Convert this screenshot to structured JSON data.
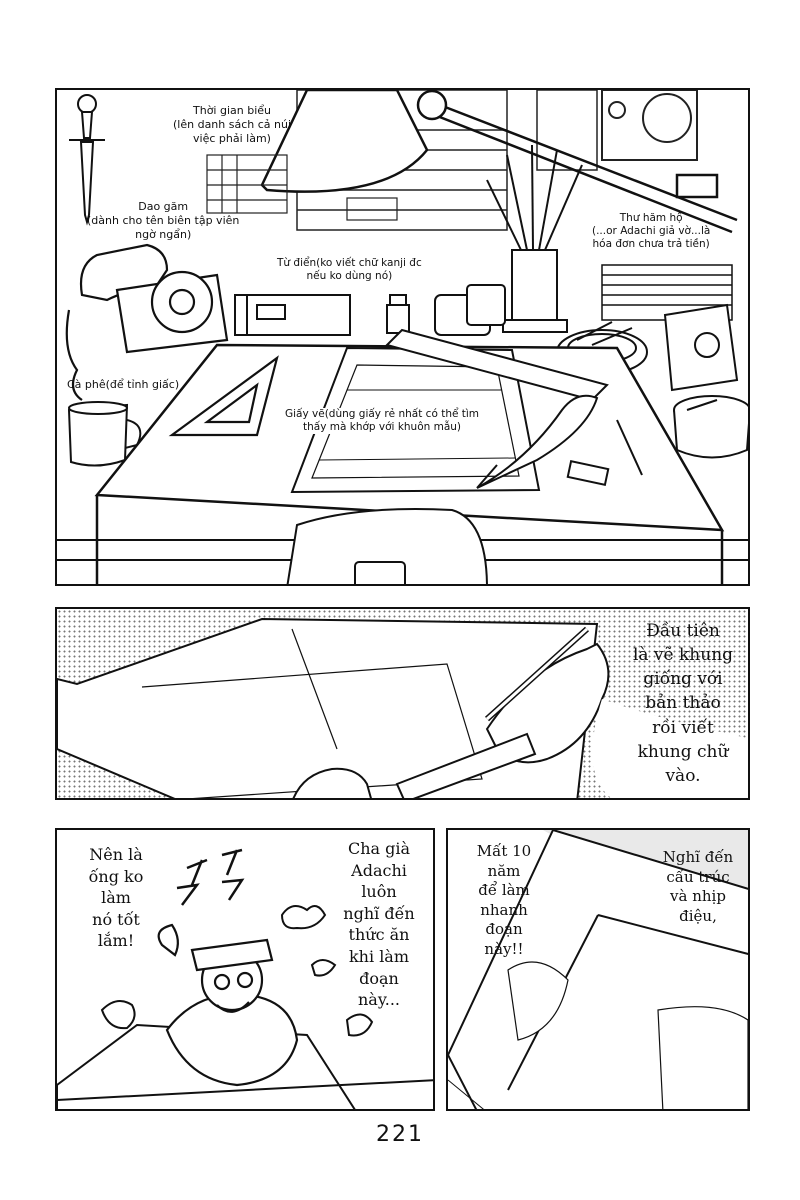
{
  "panel1": {
    "labels": {
      "schedule": "Thời gian biểu\n(lên danh sách cả núi\nviệc phải làm)",
      "dagger": "Dao găm\n(dành cho tên biên tập viên\nngờ ngẩn)",
      "dictionary": "Từ điển(ko viết chữ kanji đc\nnếu ko dùng nó)",
      "letters": "Thư hăm hộ\n(...or Adachi giả vờ...là\nhóa đơn chưa trả tiền)",
      "coffee": "Cà phê(để tỉnh giấc)",
      "paper": "Giấy vẽ(dùng giấy rẻ nhất có thể tìm\nthấy mà khớp với khuôn mẫu)"
    }
  },
  "panel2": {
    "caption": "Đầu tiên\nlà vẽ khung\ngiống với\nbản thảo\nrồi viết\nkhung chữ\nvào."
  },
  "panel3": {
    "left_text": "Nên là\nống ko\nlàm\nnó tốt\nlắm!",
    "right_text": "Cha già\nAdachi\nluôn\nnghĩ đến\nthức ăn\nkhi làm\nđoạn\nnày..."
  },
  "panel4": {
    "left_text": "Mất 10\nnăm\nđể làm\nnhanh\nđoạn\nnày!!",
    "right_text": "Nghĩ đến\ncấu trúc\nvà nhịp\nđiệu,"
  },
  "page_number": "221"
}
